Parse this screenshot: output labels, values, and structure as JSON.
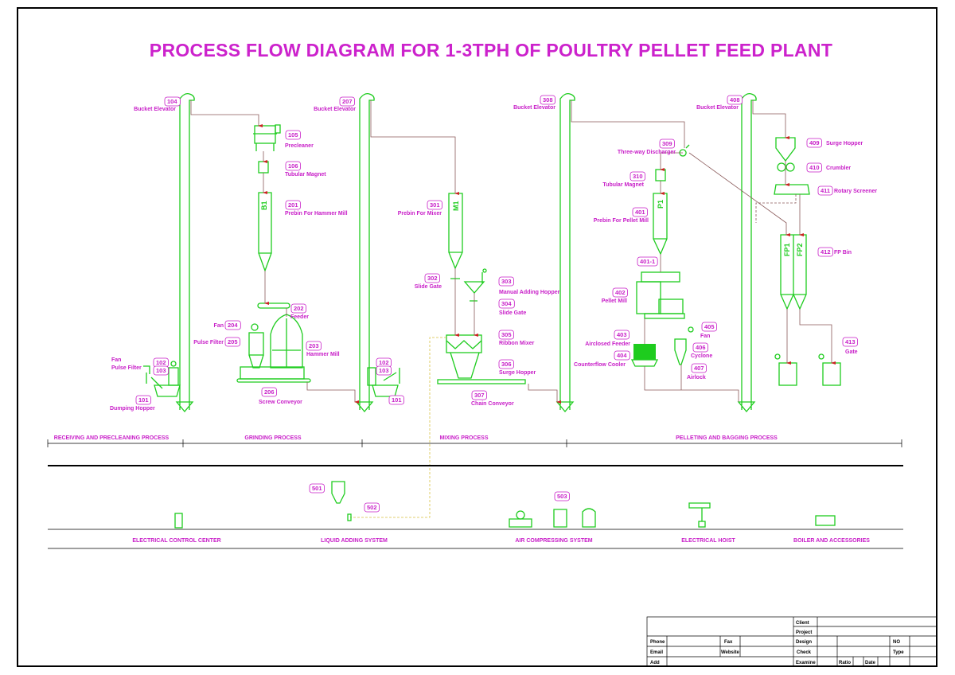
{
  "title": "PROCESS  FLOW  DIAGRAM  FOR  1-3TPH OF POULTRY PELLET FEED PLANT",
  "colors": {
    "equipment": "#1ecc1e",
    "labels": "#c81ec8",
    "flow": "#8a5a5a",
    "arrow": "#cc2222"
  },
  "equipment": {
    "e104": {
      "no": "104",
      "name": "Bucket Elevator"
    },
    "e105": {
      "no": "105",
      "name": "Precleaner"
    },
    "e106": {
      "no": "106",
      "name": "Tubular Magnet"
    },
    "e201": {
      "no": "201",
      "name": "Prebin For Hammer Mill",
      "bin": "B1"
    },
    "e202": {
      "no": "202",
      "name": "Feeder"
    },
    "e203": {
      "no": "203",
      "name": "Hammer Mill"
    },
    "e204": {
      "no": "204",
      "name": "Fan"
    },
    "e205": {
      "no": "205",
      "name": "Pulse Filter"
    },
    "e206": {
      "no": "206",
      "name": "Screw Conveyor"
    },
    "e101": {
      "no": "101",
      "name": "Dumping Hopper"
    },
    "e102": {
      "no": "102",
      "name": "Fan"
    },
    "e103": {
      "no": "103",
      "name": "Pulse Filter"
    },
    "e207": {
      "no": "207",
      "name": "Bucket Elevator"
    },
    "e301": {
      "no": "301",
      "name": "Prebin For Mixer",
      "bin": "M1"
    },
    "e302": {
      "no": "302",
      "name": "Slide Gate"
    },
    "e303": {
      "no": "303",
      "name": "Manual Adding Hopper"
    },
    "e304": {
      "no": "304",
      "name": "Slide Gate"
    },
    "e305": {
      "no": "305",
      "name": "Ribbon Mixer"
    },
    "e306": {
      "no": "306",
      "name": "Surge Hopper"
    },
    "e307": {
      "no": "307",
      "name": "Chain Conveyor"
    },
    "e308": {
      "no": "308",
      "name": "Bucket Elevator"
    },
    "e309": {
      "no": "309",
      "name": "Three-way Discharger"
    },
    "e310": {
      "no": "310",
      "name": "Tubular Magnet"
    },
    "e401": {
      "no": "401",
      "name": "Prebin For Pellet Mill",
      "bin": "P1"
    },
    "e4011": {
      "no": "401-1"
    },
    "e402": {
      "no": "402",
      "name": "Pellet Mill"
    },
    "e403": {
      "no": "403",
      "name": "Airclosed Feeder"
    },
    "e404": {
      "no": "404",
      "name": "Counterflow Cooler"
    },
    "e405": {
      "no": "405",
      "name": "Fan"
    },
    "e406": {
      "no": "406",
      "name": "Cyclone"
    },
    "e407": {
      "no": "407",
      "name": "Airlock"
    },
    "e408": {
      "no": "408",
      "name": "Bucket Elevator"
    },
    "e409": {
      "no": "409",
      "name": "Surge Hopper"
    },
    "e410": {
      "no": "410",
      "name": "Crumbler"
    },
    "e411": {
      "no": "411",
      "name": "Rotary Screener"
    },
    "e412": {
      "no": "412",
      "name": "FP Bin",
      "bin1": "FP1",
      "bin2": "FP2"
    },
    "e413": {
      "no": "413",
      "name": "Gate"
    },
    "e501": {
      "no": "501"
    },
    "e502": {
      "no": "502"
    },
    "e503": {
      "no": "503"
    }
  },
  "processes": [
    "RECEIVING AND PRECLEANING PROCESS",
    "GRINDING PROCESS",
    "MIXING PROCESS",
    "PELLETING AND BAGGING PROCESS"
  ],
  "systems": [
    "ELECTRICAL CONTROL CENTER",
    "LIQUID ADDING SYSTEM",
    "AIR COMPRESSING SYSTEM",
    "ELECTRICAL HOIST",
    "BOILER AND ACCESSORIES"
  ],
  "title_block": {
    "client": "Client",
    "project": "Project",
    "phone": "Phone",
    "fax": "Fax",
    "design": "Design",
    "no": "NO",
    "email": "Email",
    "website": "Website",
    "check": "Check",
    "type": "Type",
    "add": "Add",
    "examine": "Examine",
    "ratio": "Ratio",
    "date": "Date"
  }
}
